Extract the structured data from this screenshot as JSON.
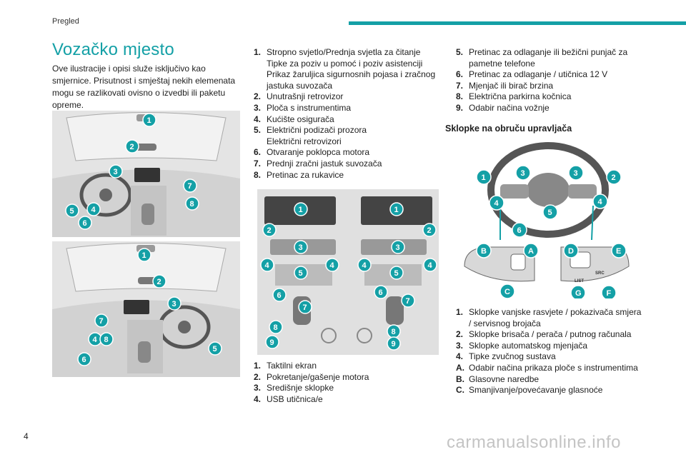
{
  "header": {
    "section": "Pregled"
  },
  "title": "Vozačko mjesto",
  "intro": "Ove ilustracije i opisi služe isključivo kao smjernice. Prisutnost i smještaj nekih elemenata mogu se razlikovati ovisno o izvedbi ili paketu opreme.",
  "list1": [
    {
      "n": "1.",
      "t": "Stropno svjetlo/Prednja svjetla za čitanje\nTipke za poziv u pomoć i poziv asistenciji\nPrikaz žaruljica sigurnosnih pojasa i zračnog jastuka suvozača"
    },
    {
      "n": "2.",
      "t": "Unutrašnji retrovizor"
    },
    {
      "n": "3.",
      "t": "Ploča s instrumentima"
    },
    {
      "n": "4.",
      "t": "Kućište osigurača"
    },
    {
      "n": "5.",
      "t": "Električni podizači prozora\nElektrični retrovizori"
    },
    {
      "n": "6.",
      "t": "Otvaranje poklopca motora"
    },
    {
      "n": "7.",
      "t": "Prednji zračni jastuk suvozača"
    },
    {
      "n": "8.",
      "t": "Pretinac za rukavice"
    }
  ],
  "list2": [
    {
      "n": "1.",
      "t": "Taktilni ekran"
    },
    {
      "n": "2.",
      "t": "Pokretanje/gašenje motora"
    },
    {
      "n": "3.",
      "t": "Središnje sklopke"
    },
    {
      "n": "4.",
      "t": "USB utičnica/e"
    }
  ],
  "list3": [
    {
      "n": "5.",
      "t": "Pretinac za odlaganje ili bežični punjač za pametne telefone"
    },
    {
      "n": "6.",
      "t": "Pretinac za odlaganje / utičnica 12 V"
    },
    {
      "n": "7.",
      "t": "Mjenjač ili birač brzina"
    },
    {
      "n": "8.",
      "t": "Električna parkirna kočnica"
    },
    {
      "n": "9.",
      "t": "Odabir načina vožnje"
    }
  ],
  "subhead": "Sklopke na obruču upravljača",
  "list4": [
    {
      "n": "1.",
      "t": "Sklopke vanjske rasvjete / pokazivača smjera / servisnog brojača"
    },
    {
      "n": "2.",
      "t": "Sklopke brisača / perača / putnog računala"
    },
    {
      "n": "3.",
      "t": "Sklopke automatskog mjenjača"
    },
    {
      "n": "4.",
      "t": "Tipke zvučnog sustava"
    },
    {
      "n": "A.",
      "t": "Odabir načina prikaza ploče s instrumentima"
    },
    {
      "n": "B.",
      "t": "Glasovne naredbe"
    },
    {
      "n": "C.",
      "t": "Smanjivanje/povećavanje glasnoće"
    }
  ],
  "wheel_buttons": {
    "list": "LIST",
    "src": "SRC"
  },
  "page_number": "4",
  "watermark": "carmanualsonline.info",
  "colors": {
    "accent": "#14a0a6",
    "figure_bg": "#e6e6e6"
  }
}
